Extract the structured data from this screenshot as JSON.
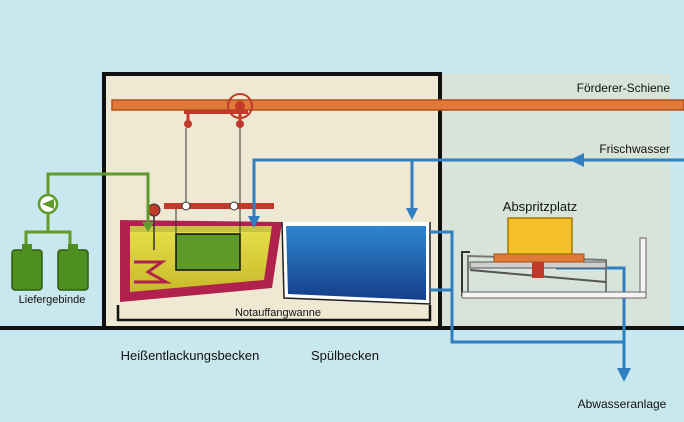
{
  "labels": {
    "rail": "Förderer-Schiene",
    "fresh_water": "Frischwasser",
    "spray_station": "Abspritzplatz",
    "supply_containers": "Liefergebinde",
    "emergency_tray": "Notauffangwanne",
    "hot_strip_tank": "Heißentlackungsbecken",
    "rinse_tank": "Spülbecken",
    "wastewater": "Abwasseranlage"
  },
  "colors": {
    "background": "#c9e7ee",
    "building": "#efe9d4",
    "rail": "#e07a3a",
    "water_pipe": "#2f7fc1",
    "chem_pipe": "#5f9b2a",
    "tank_wall": "#b0224d",
    "chemical": "#d9d437",
    "rinse_water": "#1f5fa8",
    "spray_part": "#f5c02a"
  }
}
